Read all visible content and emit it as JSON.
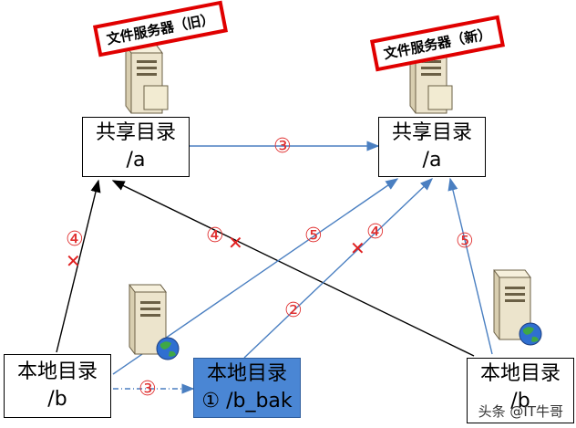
{
  "servers": {
    "old_label": "文件服务器（旧）",
    "new_label": "文件服务器（新）"
  },
  "nodes": {
    "old_share": {
      "line1": "共享目录",
      "line2": "/a"
    },
    "new_share": {
      "line1": "共享目录",
      "line2": "/a"
    },
    "local_left": {
      "line1": "本地目录",
      "line2": "/b"
    },
    "local_bak": {
      "line1": "本地目录",
      "line2": "① /b_bak"
    },
    "local_right": {
      "line1": "本地目录",
      "line2": "/b"
    }
  },
  "step_labels": {
    "top_arrow": "③",
    "left_up": "④",
    "cross_left": "④",
    "diag_blue": "⑤",
    "bak_up_upper": "④",
    "bak_up_lower": "②",
    "right_up": "⑤",
    "dotted": "③"
  },
  "cross_mark": "✕",
  "colors": {
    "blue_line": "#4a7fc1",
    "red": "#e03030",
    "black_line": "#000000",
    "bak_fill": "#4a86d4"
  },
  "icons": [
    "server-icon",
    "globe-icon"
  ],
  "watermark": "头条 @IT牛哥"
}
